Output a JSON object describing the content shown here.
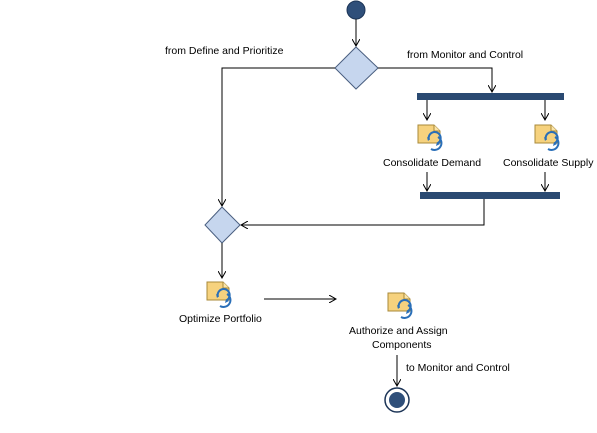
{
  "diagram": {
    "initial_node": "start",
    "final_node": "end",
    "decision_1": "merge-decision",
    "decision_2": "merge-decision",
    "guard_left": "from Define and Prioritize",
    "guard_right": "from Monitor and Control",
    "activities": {
      "consolidate_demand": "Consolidate Demand",
      "consolidate_supply": "Consolidate Supply",
      "optimize_portfolio": "Optimize Portfolio",
      "authorize_line1": "Authorize and Assign",
      "authorize_line2": "Components"
    },
    "to_label": "to Monitor and Control",
    "colors": {
      "node_fill": "#2f4f7a",
      "decision_fill": "#c6d6ee",
      "decision_stroke": "#4a5f80",
      "bar_fill": "#2a4a72",
      "icon_fill": "#f6d27e",
      "icon_stroke": "#a88a3a",
      "icon_arrow": "#2a6fb8"
    },
    "icon_name": "activity-icon"
  }
}
